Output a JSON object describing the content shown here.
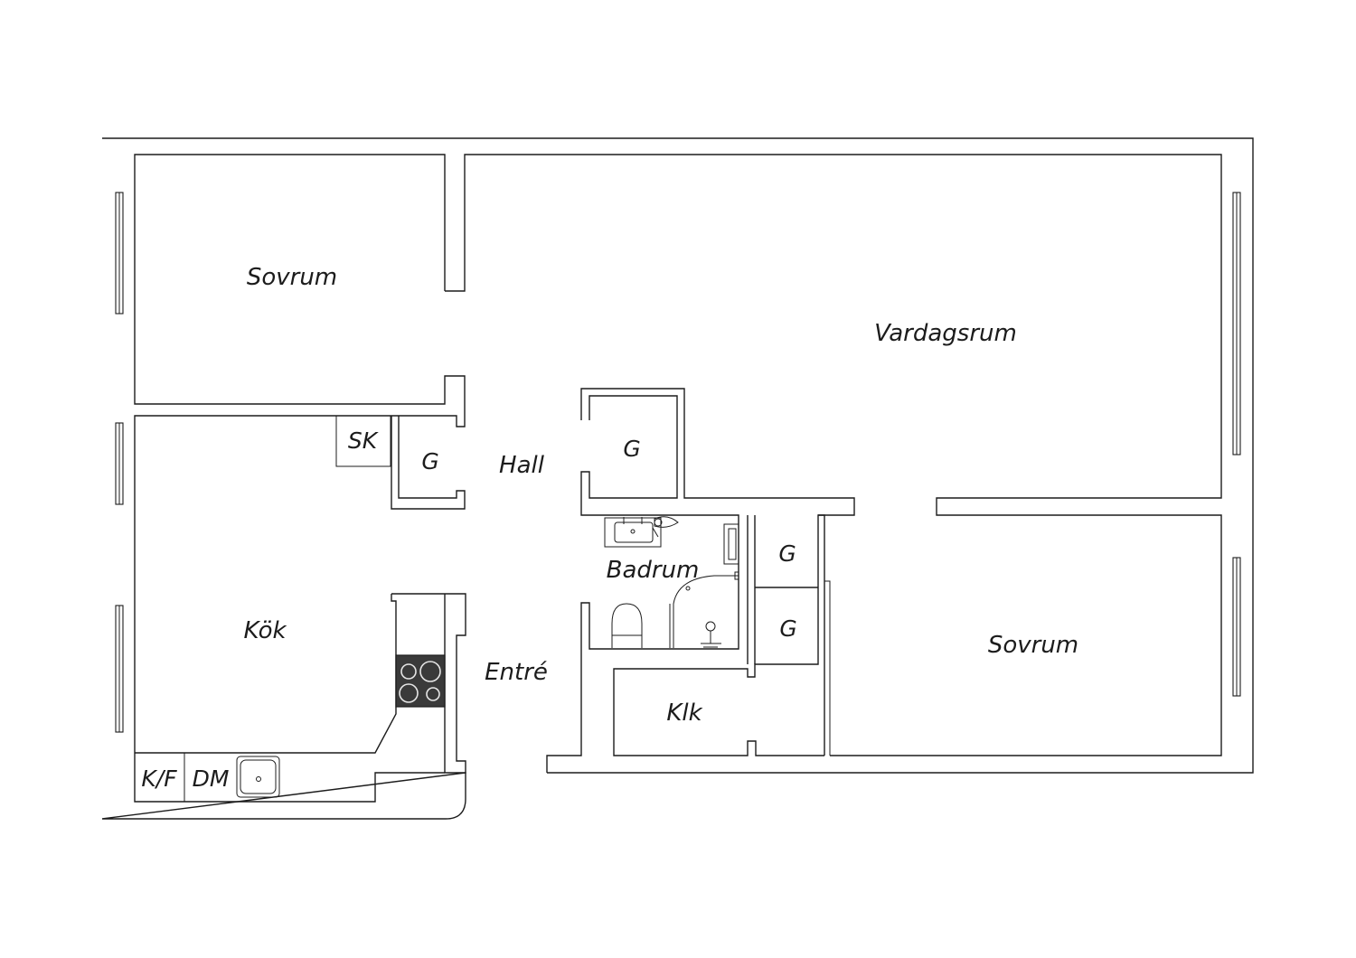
{
  "rooms": {
    "sovrum_top": "Sovrum",
    "vardagsrum": "Vardagsrum",
    "hall": "Hall",
    "kok": "Kök",
    "entre": "Entré",
    "badrum": "Badrum",
    "klk": "Klk",
    "sovrum_right": "Sovrum"
  },
  "fixtures": {
    "sk": "SK",
    "kf": "K/F",
    "dm": "DM",
    "g_hall": "G",
    "g_center": "G",
    "g_right_top": "G",
    "g_right_bottom": "G"
  }
}
